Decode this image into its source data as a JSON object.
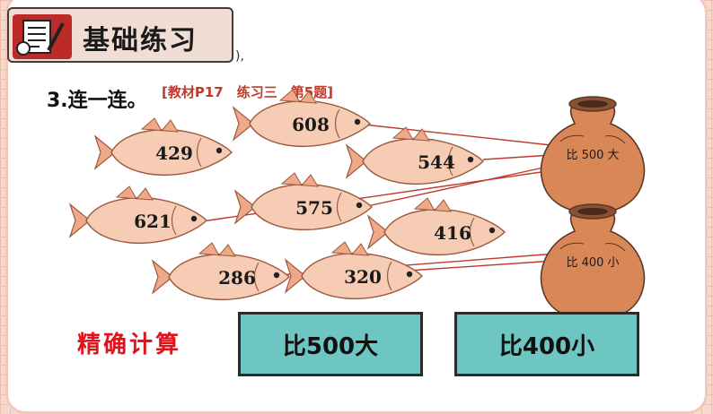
{
  "header": {
    "title": "基础练习",
    "mark": "),"
  },
  "question": {
    "label": "3.连一连。",
    "reference": "[教材P17　练习三　第5题]"
  },
  "fish": [
    "608",
    "429",
    "544",
    "575",
    "621",
    "416",
    "286",
    "320"
  ],
  "pots": [
    "比 500 大",
    "比 400 小"
  ],
  "footer": {
    "heading": "精确计算",
    "box1": "比500大",
    "box2": "比400小"
  },
  "colors": {
    "header_icon": "#bd2b28",
    "heading_text": "#e0121a",
    "answer_box": "#6ec6c3",
    "connect_line": "#c0392b"
  },
  "icons": [
    "notebook-icon"
  ]
}
